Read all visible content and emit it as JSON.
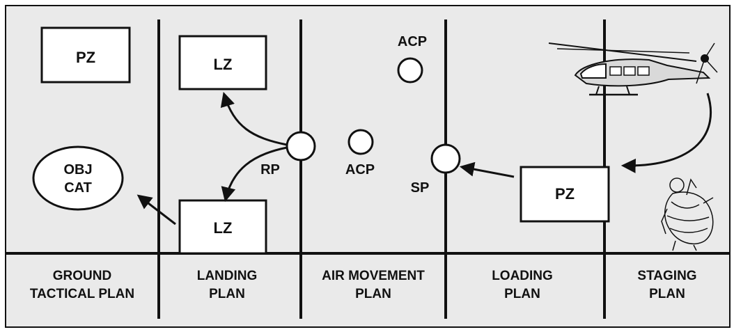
{
  "colors": {
    "ink": "#111111",
    "panel": "#eaeaea",
    "page": "#ffffff"
  },
  "zones": {
    "pz_top": "PZ",
    "lz_top": "LZ",
    "lz_bottom": "LZ",
    "pz_staging": "PZ",
    "objective_line1": "OBJ",
    "objective_line2": "CAT"
  },
  "points": {
    "acp_upper": "ACP",
    "acp_middle": "ACP",
    "rp": "RP",
    "sp": "SP"
  },
  "phases": [
    {
      "line1": "GROUND",
      "line2": "TACTICAL PLAN"
    },
    {
      "line1": "LANDING",
      "line2": "PLAN"
    },
    {
      "line1": "AIR MOVEMENT",
      "line2": "PLAN"
    },
    {
      "line1": "LOADING",
      "line2": "PLAN"
    },
    {
      "line1": "STAGING",
      "line2": "PLAN"
    }
  ],
  "icons": [
    "helicopter-icon",
    "soldier-icon"
  ]
}
